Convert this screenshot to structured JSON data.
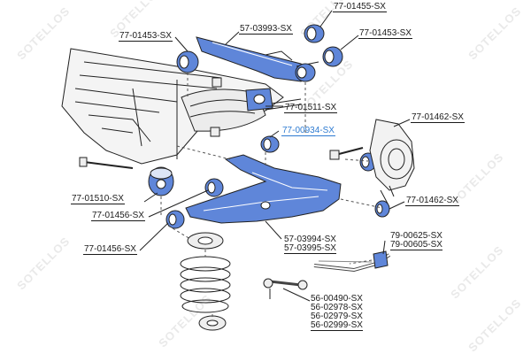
{
  "watermark": "SOTELLOS",
  "highlight_color": "#2e7bd1",
  "part_fill": "#5f86d9",
  "labels": {
    "l_01455": "77-01455-SX",
    "l_03993": "57-03993-SX",
    "l_01453_left": "77-01453-SX",
    "l_01453_right": "77-01453-SX",
    "l_01511": "77-01511-SX",
    "l_01462_top": "77-01462-SX",
    "l_00934": "77-00934-SX",
    "l_01510": "77-01510-SX",
    "l_01462_bottom": "77-01462-SX",
    "l_01456_a": "77-01456-SX",
    "l_00625": "79-00625-SX",
    "l_00605": "79-00605-SX",
    "l_01456_b": "77-01456-SX",
    "l_03994": "57-03994-SX",
    "l_03995": "57-03995-SX",
    "l_00490": "56-00490-SX",
    "l_02978": "56-02978-SX",
    "l_02979": "56-02979-SX",
    "l_02999": "56-02999-SX"
  }
}
